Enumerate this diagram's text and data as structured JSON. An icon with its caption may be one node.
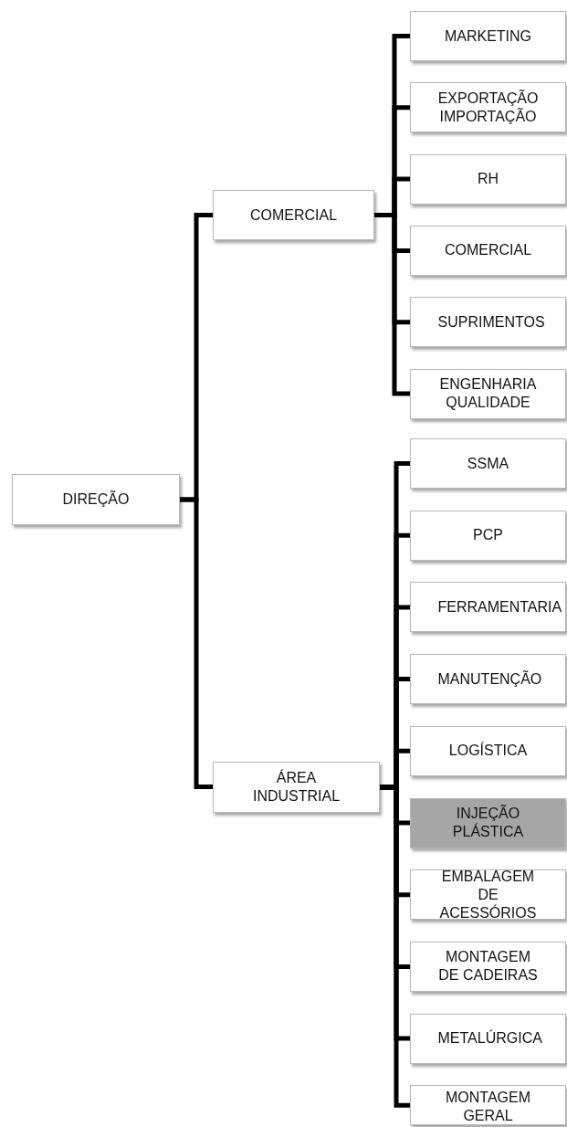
{
  "diagram": {
    "nodes": [
      {
        "text": [
          "DIREÇÃO"
        ]
      },
      {
        "text": [
          "COMERCIAL"
        ]
      },
      {
        "text": [
          "MARKETING"
        ]
      },
      {
        "text": [
          "EXPORTAÇÃO IMPORTAÇÃO"
        ]
      },
      {
        "text": [
          "RH"
        ]
      },
      {
        "text": [
          "COMERCIAL"
        ]
      },
      {
        "text": [
          "SUPRIMENTOS"
        ]
      },
      {
        "text": [
          "ENGENHARIA QUALIDADE"
        ]
      },
      {
        "text": [
          "ÁREA INDUSTRIAL"
        ]
      },
      {
        "text": [
          "SSMA"
        ]
      },
      {
        "text": [
          "PCP"
        ]
      },
      {
        "text": [
          "FERRAMENTARIA"
        ]
      },
      {
        "text": [
          "MANUTENÇÃO"
        ]
      },
      {
        "text": [
          "LOGÍSTICA"
        ]
      },
      {
        "text": [
          "INJEÇÃO PLÁSTICA"
        ]
      },
      {
        "text": [
          "EMBALAGEM DE ACESSÓRIOS"
        ]
      },
      {
        "text": [
          "MONTAGEM DE CADEIRAS"
        ]
      },
      {
        "text": [
          "METALÚRGICA"
        ]
      },
      {
        "text": [
          "MONTAGEM GERAL"
        ]
      }
    ],
    "edges": [
      {
        "from": 0,
        "to": 1,
        "arrow": "none"
      },
      {
        "from": 0,
        "to": 8,
        "arrow": "none"
      },
      {
        "from": 1,
        "to": 2,
        "arrow": "none"
      },
      {
        "from": 1,
        "to": 3,
        "arrow": "none"
      },
      {
        "from": 1,
        "to": 4,
        "arrow": "none"
      },
      {
        "from": 1,
        "to": 5,
        "arrow": "none"
      },
      {
        "from": 1,
        "to": 6,
        "arrow": "none"
      },
      {
        "from": 1,
        "to": 7,
        "arrow": "none"
      },
      {
        "from": 8,
        "to": 9,
        "arrow": "none"
      },
      {
        "from": 8,
        "to": 10,
        "arrow": "none"
      },
      {
        "from": 8,
        "to": 11,
        "arrow": "none"
      },
      {
        "from": 8,
        "to": 12,
        "arrow": "none"
      },
      {
        "from": 8,
        "to": 13,
        "arrow": "none"
      },
      {
        "from": 8,
        "to": 14,
        "arrow": "none"
      },
      {
        "from": 8,
        "to": 15,
        "arrow": "none"
      },
      {
        "from": 8,
        "to": 16,
        "arrow": "none"
      },
      {
        "from": 8,
        "to": 17,
        "arrow": "none"
      },
      {
        "from": 8,
        "to": 18,
        "arrow": "none"
      }
    ]
  }
}
